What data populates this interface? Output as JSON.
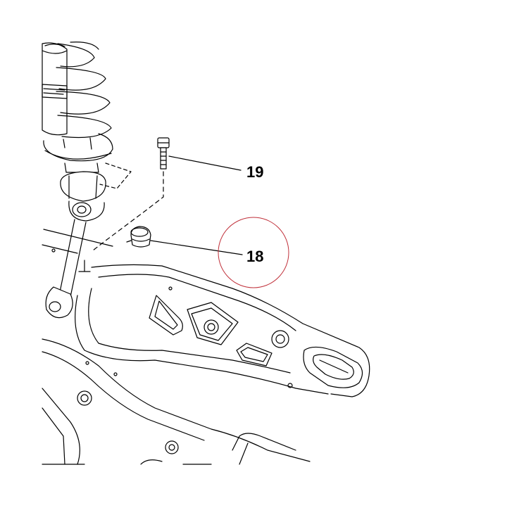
{
  "callouts": [
    {
      "id": "19"
    },
    {
      "id": "18"
    }
  ],
  "labels": {
    "part_19": "19",
    "part_18": "18"
  },
  "colors": {
    "line": "#000000",
    "highlight_circle": "#c0303a",
    "background": "#ffffff"
  }
}
